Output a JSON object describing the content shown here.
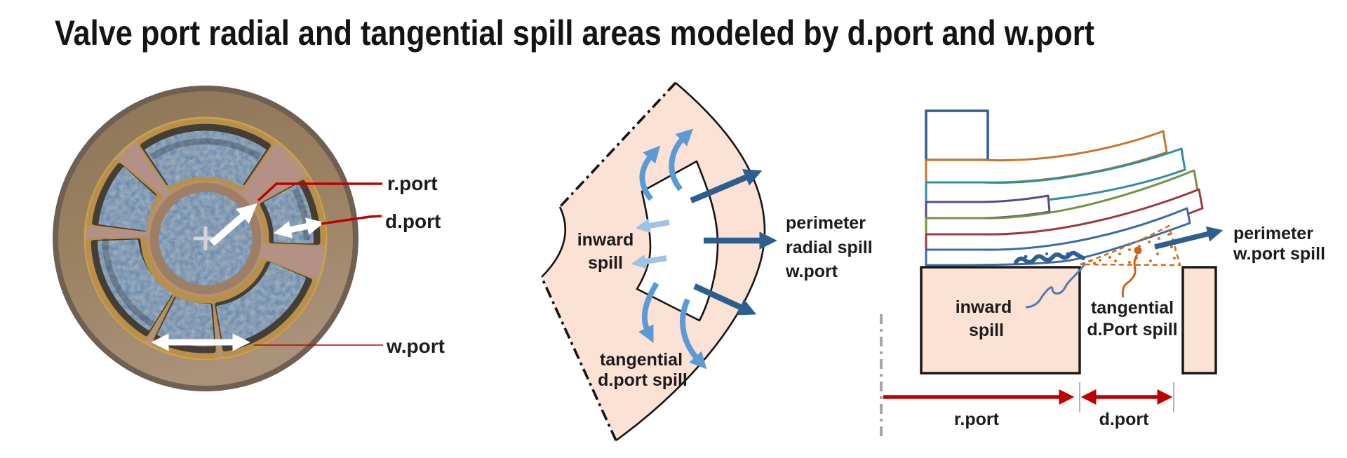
{
  "title": "Valve port radial and tangential spill areas modeled by d.port and w.port",
  "left": {
    "r_port": "r.port",
    "d_port": "d.port",
    "w_port": "w.port"
  },
  "middle": {
    "inward": [
      "inward",
      "spill"
    ],
    "tangential": [
      "tangential",
      "d.port spill"
    ],
    "perimeter": [
      "perimeter",
      "radial spill",
      "w.port"
    ]
  },
  "right": {
    "inward": [
      "inward",
      "spill"
    ],
    "tangential": [
      "tangential",
      "d.Port spill"
    ],
    "perimeter": [
      "perimeter",
      "w.port spill"
    ],
    "r_port": "r.port",
    "d_port": "d.port"
  },
  "colors": {
    "peach": "#fbe2d4",
    "dimension_red": "#c00000",
    "dark_blue": "#2d5f8e",
    "medium_blue": "#5b9bd5",
    "light_blue": "#9dc3e6",
    "orange": "#d3701f",
    "gold": "#b8904a",
    "port_blue": "#527ead"
  },
  "icons": {
    "radial_arrow": "arrow-right-icon",
    "tangential_arrow": "curved-arrow-icon",
    "inward_arrow": "arrow-left-icon",
    "dimension_arrow": "double-arrow-icon"
  }
}
